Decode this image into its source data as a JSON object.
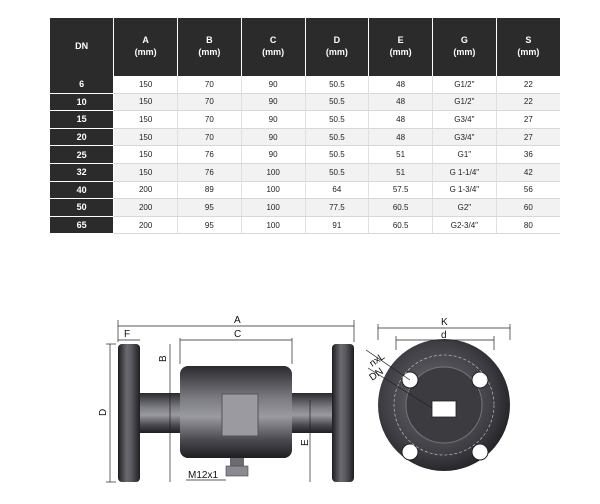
{
  "table": {
    "headers": [
      {
        "name": "DN",
        "unit": ""
      },
      {
        "name": "A",
        "unit": "(mm)"
      },
      {
        "name": "B",
        "unit": "(mm)"
      },
      {
        "name": "C",
        "unit": "(mm)"
      },
      {
        "name": "D",
        "unit": "(mm)"
      },
      {
        "name": "E",
        "unit": "(mm)"
      },
      {
        "name": "G",
        "unit": "(mm)"
      },
      {
        "name": "S",
        "unit": "(mm)"
      }
    ],
    "rows": [
      [
        "6",
        "150",
        "70",
        "90",
        "50.5",
        "48",
        "G1/2\"",
        "22"
      ],
      [
        "10",
        "150",
        "70",
        "90",
        "50.5",
        "48",
        "G1/2\"",
        "22"
      ],
      [
        "15",
        "150",
        "70",
        "90",
        "50.5",
        "48",
        "G3/4\"",
        "27"
      ],
      [
        "20",
        "150",
        "70",
        "90",
        "50.5",
        "48",
        "G3/4\"",
        "27"
      ],
      [
        "25",
        "150",
        "76",
        "90",
        "50.5",
        "51",
        "G1\"",
        "36"
      ],
      [
        "32",
        "150",
        "76",
        "100",
        "50.5",
        "51",
        "G 1-1/4\"",
        "42"
      ],
      [
        "40",
        "200",
        "89",
        "100",
        "64",
        "57.5",
        "G 1-3/4\"",
        "56"
      ],
      [
        "50",
        "200",
        "95",
        "100",
        "77.5",
        "60.5",
        "G2\"",
        "60"
      ],
      [
        "65",
        "200",
        "95",
        "100",
        "91",
        "60.5",
        "G2-3/4\"",
        "80"
      ]
    ]
  },
  "drawing": {
    "labels": {
      "A": "A",
      "C": "C",
      "F": "F",
      "B": "B",
      "D": "D",
      "E": "E",
      "thread": "M12x1",
      "K": "K",
      "d": "d",
      "nxl": "nxL",
      "dn": "DN"
    },
    "colors": {
      "table_header": "#2b2b2b",
      "row_alt": "#f2f2f2",
      "metal_dark": "#2f2f34",
      "metal_light": "#8a8a90"
    }
  }
}
